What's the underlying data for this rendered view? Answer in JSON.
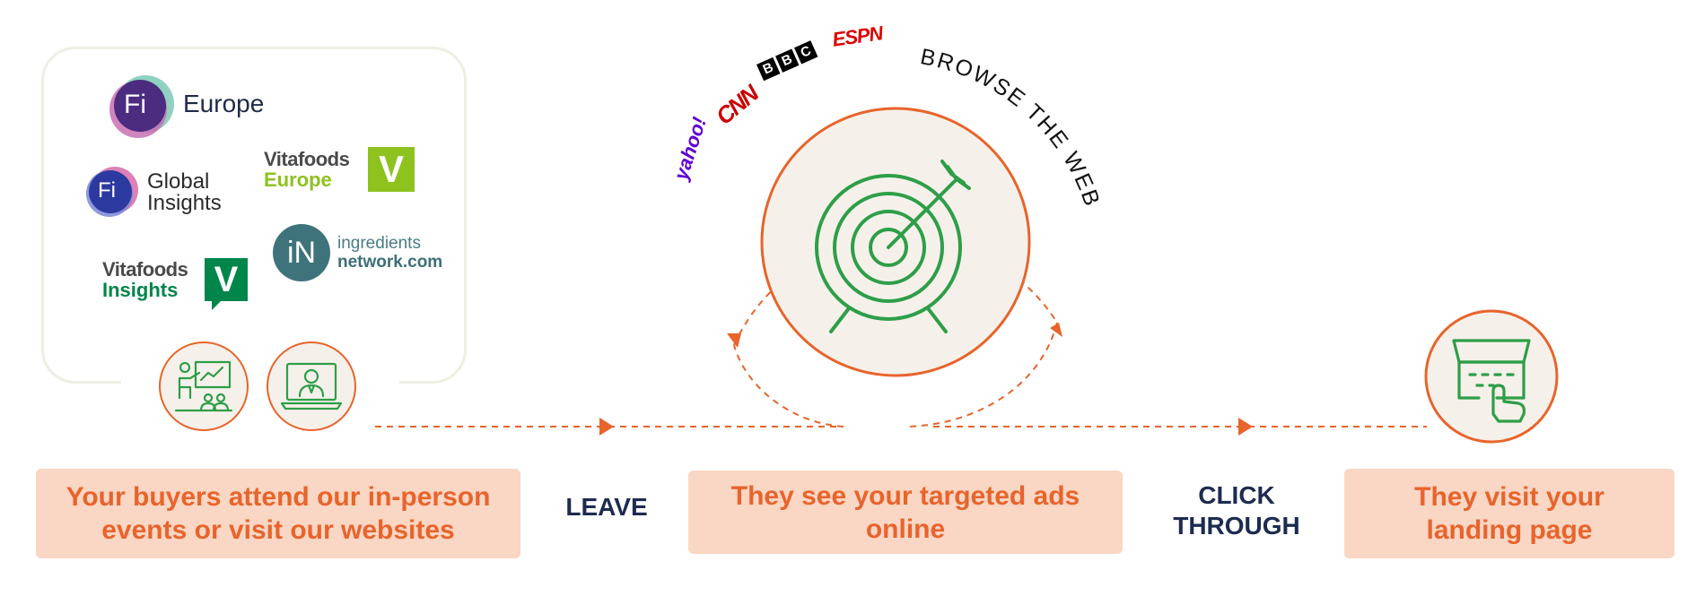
{
  "logos": {
    "fi_europe": {
      "badge": "Fi",
      "name": "Europe"
    },
    "fi_global_insights": {
      "badge": "Fi",
      "line1": "Global",
      "line2": "Insights"
    },
    "vitafoods_europe": {
      "word": "Vitafoods",
      "sub": "Europe",
      "badge": "V"
    },
    "vitafoods_insights": {
      "word": "Vitafoods",
      "sub": "Insights",
      "badge": "V"
    },
    "ingredients_network": {
      "badge": "iN",
      "line1": "ingredients",
      "line2": "network.com"
    }
  },
  "media": {
    "yahoo": "yahoo!",
    "cnn": "CNN",
    "bbc": [
      "B",
      "B",
      "C"
    ],
    "espn": "ESPN"
  },
  "browse_label": "BROWSE THE WEB",
  "steps": {
    "attend": "Your buyers attend our in-person events or visit our websites",
    "see_ads": "They see your targeted ads online",
    "visit": "They visit your landing page"
  },
  "connectors": {
    "leave": "LEAVE",
    "click_line1": "CLICK",
    "click_line2": "THROUGH"
  },
  "icons": {
    "presentation": "presentation-icon",
    "webinar": "webinar-icon",
    "target": "target-icon",
    "laptop_click": "laptop-click-icon"
  },
  "colors": {
    "accent_orange": "#e8642b",
    "box_fill": "#fad6c4",
    "icon_green": "#2e9e48",
    "circle_fill": "#f5f1ea",
    "dark_navy": "#1d2b4f"
  }
}
